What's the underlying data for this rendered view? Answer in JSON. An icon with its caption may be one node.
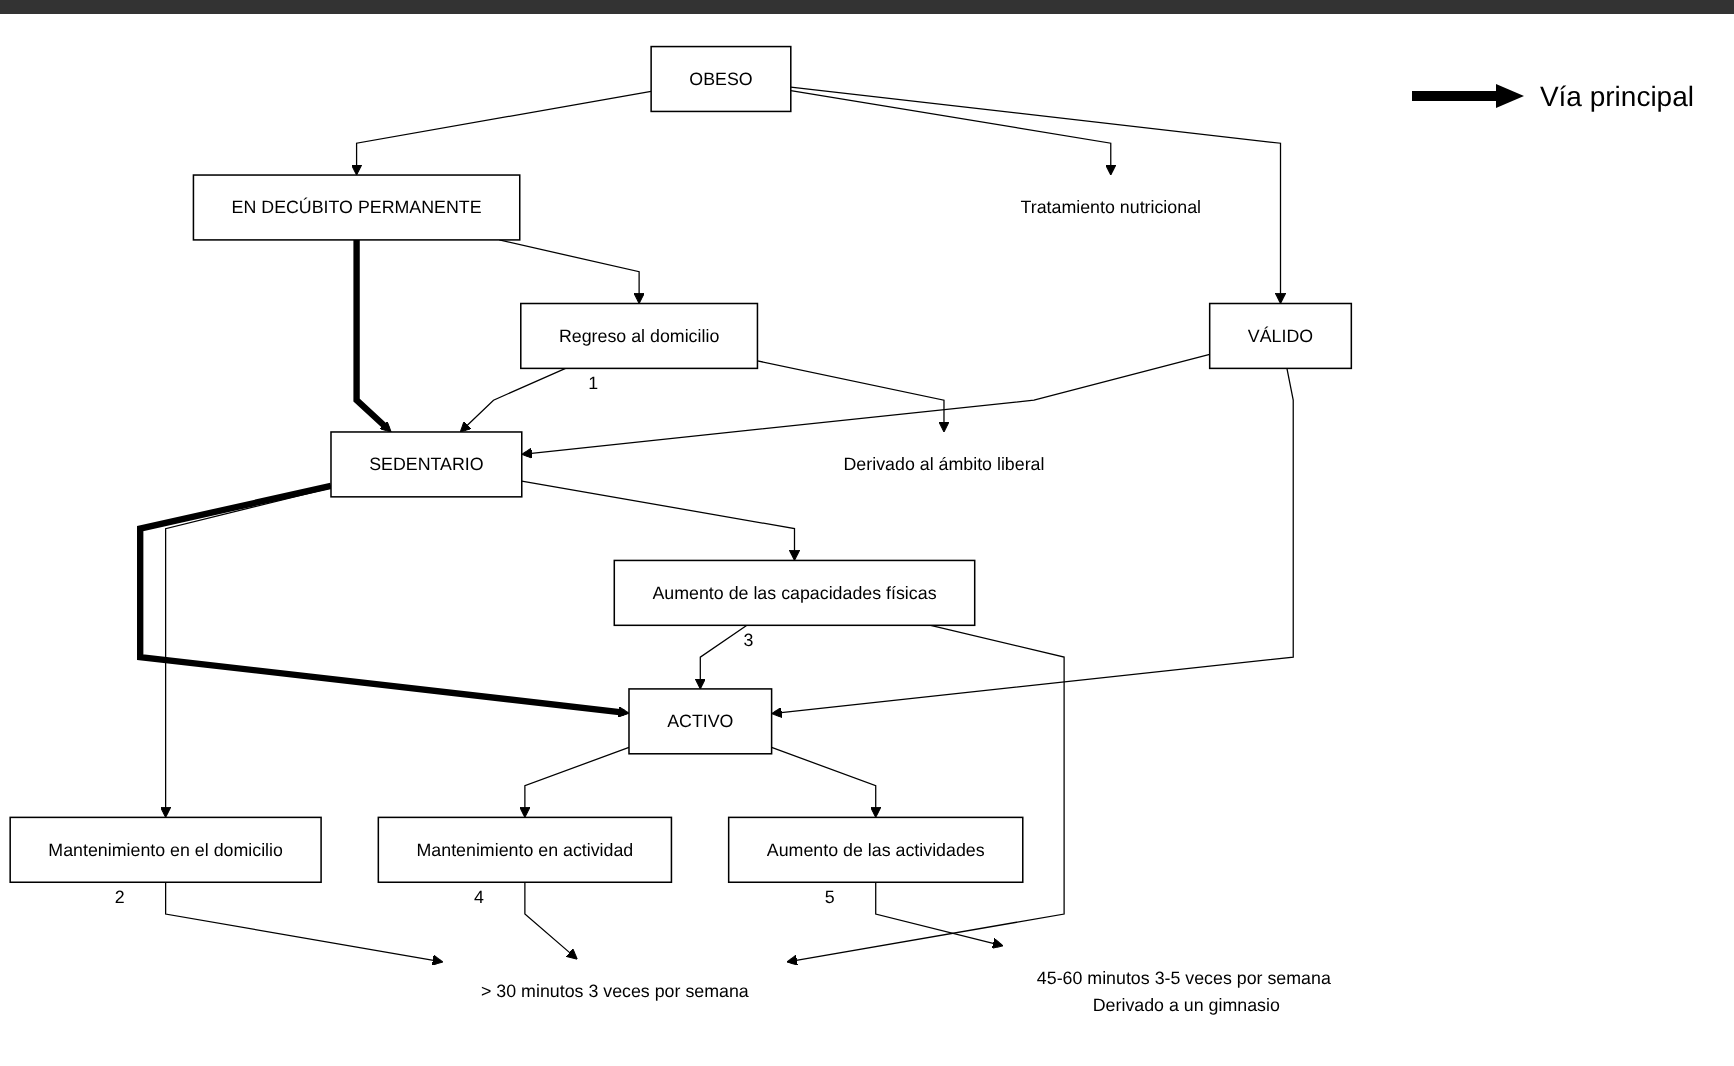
{
  "diagram": {
    "nodes": [
      {
        "text": [
          "OBESO"
        ]
      },
      {
        "text": [
          "EN DECÚBITO PERMANENTE"
        ]
      },
      {
        "text": [
          "Tratamiento nutricional"
        ]
      },
      {
        "text": [
          "VÁLIDO"
        ]
      },
      {
        "text": [
          "SEDENTARIO"
        ]
      },
      {
        "text": [
          "ACTIVO"
        ]
      },
      {
        "text": [
          "Regreso al domicilio"
        ],
        "beside": [
          "1"
        ]
      },
      {
        "text": [
          "Mantenimiento en el domicilio"
        ],
        "beside": [
          "2"
        ]
      },
      {
        "text": [
          "Aumento de las capacidades físicas"
        ],
        "beside": [
          "3"
        ]
      },
      {
        "text": [
          "Mantenimiento en actividad"
        ],
        "beside": [
          "4"
        ]
      },
      {
        "text": [
          "Aumento de las actividades"
        ],
        "beside": [
          "5"
        ]
      },
      {
        "text": [
          "> 30 minutos 3 veces por semana"
        ]
      },
      {
        "text": [
          "Derivado al ámbito liberal"
        ]
      },
      {
        "text": [
          "45-60 minutos 3-5 veces por semana Derivado a un gimnasio"
        ]
      }
    ],
    "edges": [
      {
        "from": 0,
        "to": 1,
        "arrow": "to"
      },
      {
        "from": 0,
        "to": 2,
        "arrow": "to"
      },
      {
        "from": 0,
        "to": 3,
        "arrow": "to"
      },
      {
        "from": 1,
        "to": 4,
        "arrow": "to",
        "style": "thick"
      },
      {
        "from": 1,
        "to": 6,
        "arrow": "to"
      },
      {
        "from": 3,
        "to": 4,
        "arrow": "to"
      },
      {
        "from": 3,
        "to": 5,
        "arrow": "to"
      },
      {
        "from": 4,
        "to": 5,
        "arrow": "to",
        "style": "thick"
      },
      {
        "from": 6,
        "to": 4,
        "arrow": "to"
      },
      {
        "from": 4,
        "to": 7,
        "arrow": "to"
      },
      {
        "from": 4,
        "to": 8,
        "arrow": "to"
      },
      {
        "from": 8,
        "to": 5,
        "arrow": "to"
      },
      {
        "from": 5,
        "to": 9,
        "arrow": "to"
      },
      {
        "from": 5,
        "to": 10,
        "arrow": "to"
      },
      {
        "from": 6,
        "to": 12,
        "arrow": "to"
      },
      {
        "from": 7,
        "to": 11,
        "arrow": "to"
      },
      {
        "from": 8,
        "to": 11,
        "arrow": "to"
      },
      {
        "from": 9,
        "to": 11,
        "arrow": "to"
      },
      {
        "from": 10,
        "to": 13,
        "arrow": "to"
      }
    ],
    "legend": [
      {
        "text": "Vía principal"
      }
    ]
  }
}
